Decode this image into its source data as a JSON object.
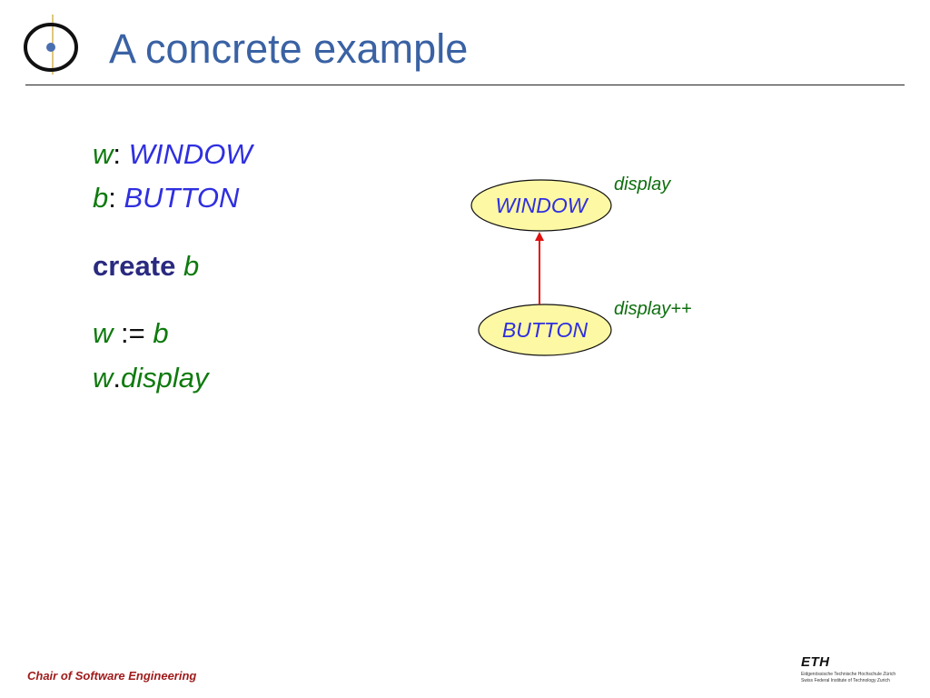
{
  "slide": {
    "title": "A concrete example",
    "footer": "Chair of Software Engineering"
  },
  "code": {
    "line1": {
      "var": "w",
      "sep": ":",
      "type": "WINDOW"
    },
    "line2": {
      "var": "b",
      "sep": ":",
      "type": "BUTTON"
    },
    "line3": {
      "keyword": "create",
      "var": "b"
    },
    "line4": {
      "lhs": "w",
      "op": ":=",
      "rhs": "b"
    },
    "line5": {
      "target": "w",
      "dot": ".",
      "feature": "display"
    }
  },
  "diagram": {
    "parent": {
      "name": "WINDOW",
      "feature": "display"
    },
    "child": {
      "name": "BUTTON",
      "feature": "display++"
    }
  },
  "logo": {
    "mark": "ETH",
    "line1": "Eidgenössische Technische Hochschule Zürich",
    "line2": "Swiss Federal Institute of Technology Zurich"
  },
  "colors": {
    "title": "#3a62a4",
    "variable": "#0e7a0e",
    "type": "#2f2fe0",
    "keyword": "#2a2a80",
    "class_fill": "#fdf8a3",
    "arrow": "#e01010",
    "footer": "#a01c1c"
  },
  "icons": {
    "header_logo": "target-circle-icon",
    "arrow": "inheritance-arrow-icon"
  }
}
